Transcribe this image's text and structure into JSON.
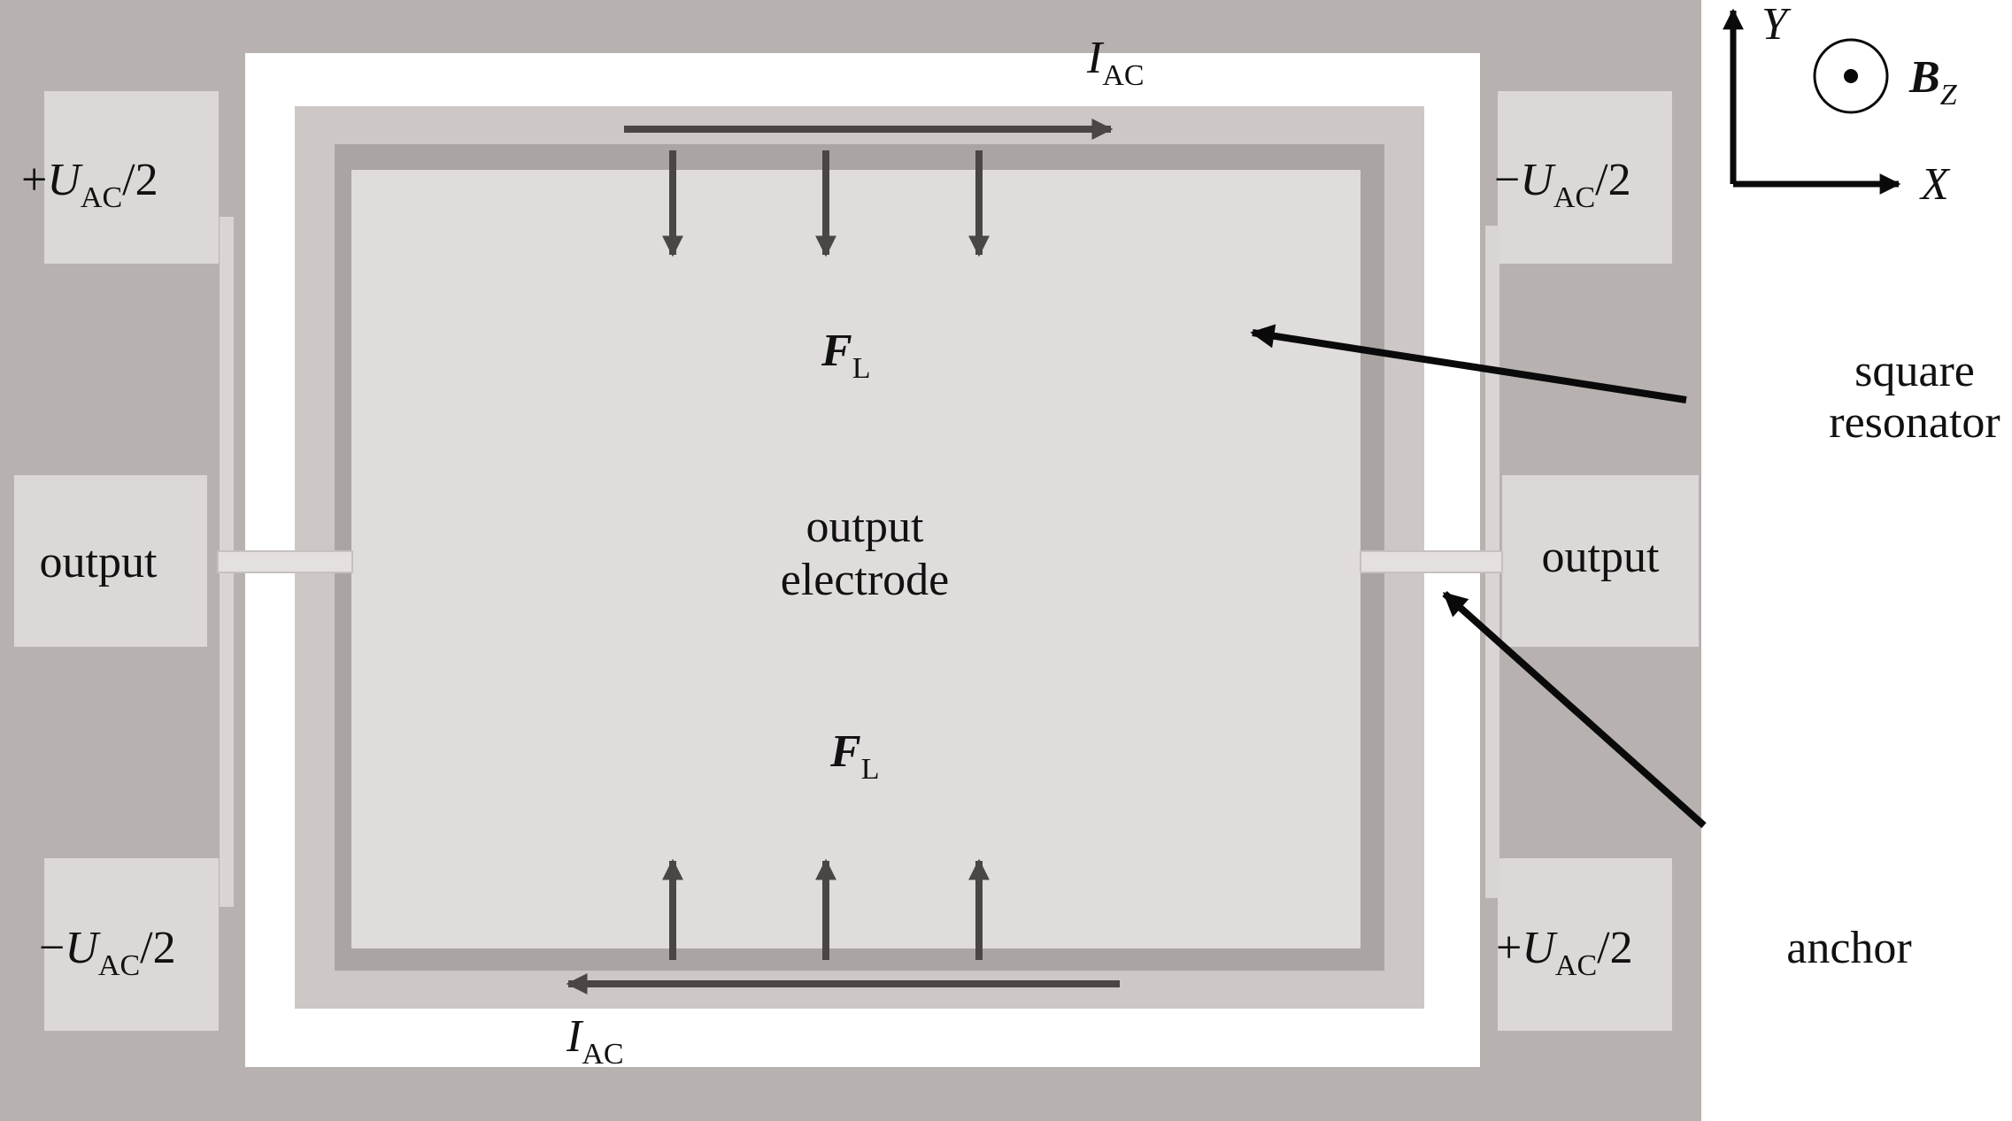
{
  "labels": {
    "current_symbol": "I",
    "current_subscript": "AC",
    "force_symbol": "F",
    "force_subscript": "L",
    "voltage_sign_plus": "+",
    "voltage_sign_minus": "−",
    "voltage_symbol": "U",
    "voltage_subscript": "AC",
    "voltage_divisor": "/2",
    "output_left": "output",
    "output_right": "output",
    "output_electrode_line1": "output",
    "output_electrode_line2": "electrode",
    "square_resonator_line1": "square",
    "square_resonator_line2": "resonator",
    "anchor": "anchor",
    "axis_y": "Y",
    "axis_x": "X",
    "field_symbol": "B",
    "field_subscript": "Z"
  },
  "colors": {
    "substrate": "#b7b1b0",
    "pad": "#dcd8d7",
    "trench": "#ffffff",
    "frame_outer": "#cdc7c6",
    "frame_inner": "#aaa4a3",
    "electrode": "#e0dcdb",
    "beam": "#e4e0df",
    "arrow_dark": "#4a4646",
    "pointer": "#0a0a0a"
  },
  "icons": {
    "field_out_of_page": "dot-in-circle-icon",
    "axes": "xy-axes-icon"
  }
}
